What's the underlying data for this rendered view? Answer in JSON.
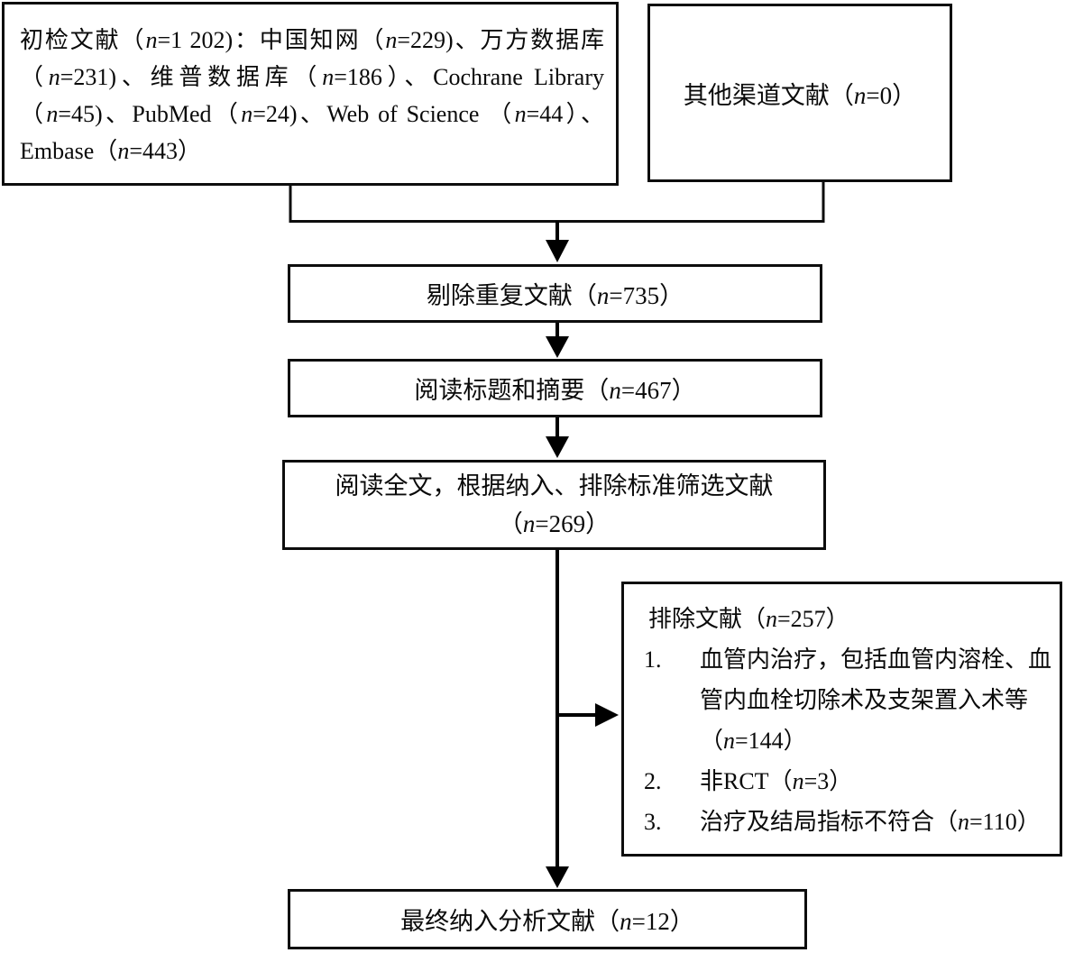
{
  "colors": {
    "background": "#ffffff",
    "box_border": "#0d0d0d",
    "line": "#000000",
    "text": "#0a0a0a"
  },
  "boxes": {
    "initial": {
      "lines": [
        [
          {
            "t": "初检文献（"
          },
          {
            "t": "n",
            "i": true
          },
          {
            "t": "=1 202)：中国知网（"
          },
          {
            "t": "n",
            "i": true
          },
          {
            "t": "=229)、万方数据库"
          }
        ],
        [
          {
            "t": "（"
          },
          {
            "t": "n",
            "i": true
          },
          {
            "t": "=231)、维普数据库（"
          },
          {
            "t": "n",
            "i": true
          },
          {
            "t": "=186）、Cochrane Library"
          }
        ],
        [
          {
            "t": "（"
          },
          {
            "t": "n",
            "i": true
          },
          {
            "t": "=45)、PubMed（"
          },
          {
            "t": "n",
            "i": true
          },
          {
            "t": "=24)、Web of Science （"
          },
          {
            "t": "n",
            "i": true
          },
          {
            "t": "=44）、"
          }
        ],
        [
          {
            "t": "Embase（"
          },
          {
            "t": "n",
            "i": true
          },
          {
            "t": "=443）"
          }
        ]
      ]
    },
    "other_sources": {
      "segments": [
        {
          "t": "其他渠道文献（"
        },
        {
          "t": "n",
          "i": true
        },
        {
          "t": "=0）"
        }
      ]
    },
    "duplicates_removed": {
      "segments": [
        {
          "t": "剔除重复文献（"
        },
        {
          "t": "n",
          "i": true
        },
        {
          "t": "=735）"
        }
      ]
    },
    "title_abstract": {
      "segments": [
        {
          "t": "阅读标题和摘要（"
        },
        {
          "t": "n",
          "i": true
        },
        {
          "t": "=467）"
        }
      ]
    },
    "full_text": {
      "line1": [
        {
          "t": "阅读全文，根据纳入、排除标准筛选文献"
        }
      ],
      "line2": [
        {
          "t": "（"
        },
        {
          "t": "n",
          "i": true
        },
        {
          "t": "=269）"
        }
      ]
    },
    "excluded": {
      "title": [
        {
          "t": "排除文献（"
        },
        {
          "t": "n",
          "i": true
        },
        {
          "t": "=257）"
        }
      ],
      "items": [
        {
          "num": "1.",
          "segments": [
            {
              "t": "血管内治疗，包括血管内溶栓、血管内血栓切除术及支架置入术等（"
            },
            {
              "t": "n",
              "i": true
            },
            {
              "t": "=144）"
            }
          ]
        },
        {
          "num": "2.",
          "segments": [
            {
              "t": "非RCT（"
            },
            {
              "t": "n",
              "i": true
            },
            {
              "t": "=3）"
            }
          ]
        },
        {
          "num": "3.",
          "segments": [
            {
              "t": "治疗及结局指标不符合（"
            },
            {
              "t": "n",
              "i": true
            },
            {
              "t": "=110）"
            }
          ]
        }
      ]
    },
    "final_included": {
      "segments": [
        {
          "t": "最终纳入分析文献（"
        },
        {
          "t": "n",
          "i": true
        },
        {
          "t": "=12）"
        }
      ]
    }
  }
}
